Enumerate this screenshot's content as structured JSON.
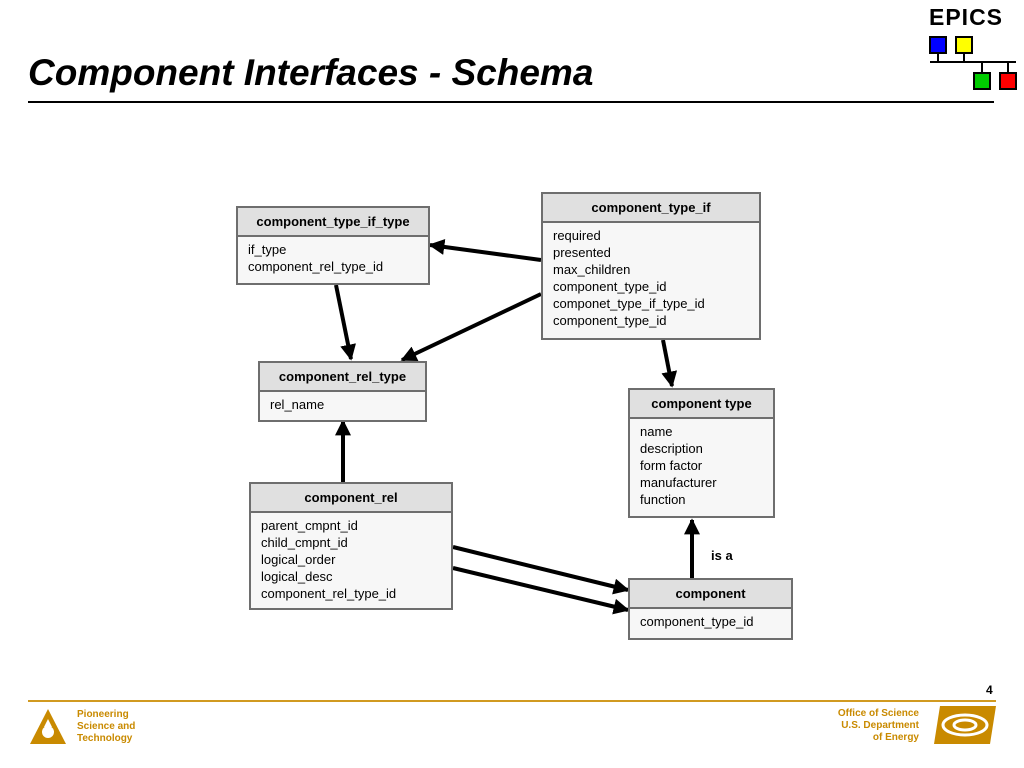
{
  "header": {
    "title": "Component Interfaces - Schema",
    "logo_text": "EPICS",
    "logo_colors": [
      "#0000ff",
      "#ffff00",
      "#00cc00",
      "#ff0000"
    ]
  },
  "entities": {
    "component_type_if_type": {
      "name": "component_type_if_type",
      "fields": [
        "if_type",
        "component_rel_type_id"
      ]
    },
    "component_type_if": {
      "name": "component_type_if",
      "fields": [
        "required",
        "presented",
        "max_children",
        "component_type_id",
        "componet_type_if_type_id",
        "component_type_id"
      ]
    },
    "component_rel_type": {
      "name": "component_rel_type",
      "fields": [
        "rel_name"
      ]
    },
    "component_type": {
      "name": "component type",
      "fields": [
        "name",
        "description",
        "form factor",
        "manufacturer",
        "function"
      ]
    },
    "component_rel": {
      "name": "component_rel",
      "fields": [
        "parent_cmpnt_id",
        "child_cmpnt_id",
        "logical_order",
        "logical_desc",
        "component_rel_type_id"
      ]
    },
    "component": {
      "name": "component",
      "fields": [
        "component_type_id"
      ]
    }
  },
  "relationship_label": "is a",
  "footer": {
    "page_number": "4",
    "left_lines": [
      "Pioneering",
      "Science and",
      "Technology"
    ],
    "right_lines": [
      "Office of Science",
      "U.S. Department",
      "of Energy"
    ],
    "accent_color": "#c98a00"
  }
}
